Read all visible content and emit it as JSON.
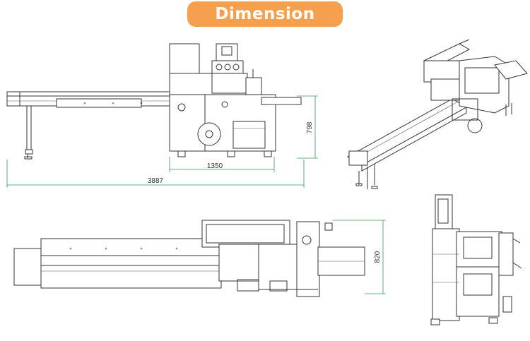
{
  "title": "Dimension",
  "dimensions": {
    "front_width": "1350",
    "total_length": "3887",
    "front_height": "798",
    "top_depth": "820"
  },
  "colors": {
    "title_bg": "#f5a04e",
    "dimension_line": "#2e9a5a",
    "drawing_line": "#333333"
  }
}
